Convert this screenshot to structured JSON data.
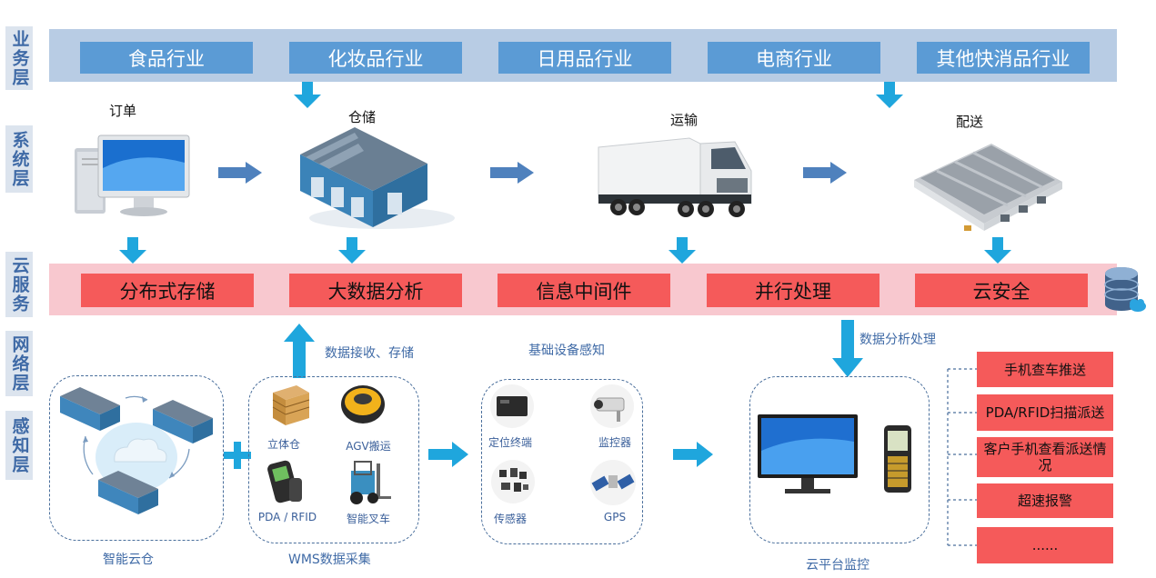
{
  "layers": [
    {
      "label": "业务层"
    },
    {
      "label": "系统层"
    },
    {
      "label": "云服务"
    },
    {
      "label": "网络层"
    },
    {
      "label": "感知层"
    }
  ],
  "business_boxes": [
    "食品行业",
    "化妆品行业",
    "日用品行业",
    "电商行业",
    "其他快消品行业"
  ],
  "system_items": [
    "订单",
    "仓储",
    "运输",
    "配送"
  ],
  "cloud_boxes": [
    "分布式存储",
    "大数据分析",
    "信息中间件",
    "并行处理",
    "云安全"
  ],
  "labels": {
    "data_receive": "数据接收、存储",
    "basic_sensing": "基础设备感知",
    "data_analysis": "数据分析处理"
  },
  "groups": {
    "smart_cloud": "智能云仓",
    "wms": "WMS数据采集",
    "cloud_monitor": "云平台监控"
  },
  "wms_items": [
    "立体仓",
    "AGV搬运",
    "PDA / RFID",
    "智能叉车"
  ],
  "sensing_items": [
    "定位终端",
    "监控器",
    "传感器",
    "GPS"
  ],
  "right_items": [
    "手机查车推送",
    "PDA/RFID扫描派送",
    "客户手机查看派送情况",
    "超速报警",
    "......"
  ],
  "colors": {
    "blue": "#5b9bd5",
    "band": "#b8cce4",
    "red": "#f55a5a",
    "pink": "#f8c8cf",
    "arrow": "#1fa6dd"
  }
}
